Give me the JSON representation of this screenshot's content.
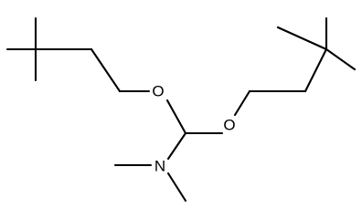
{
  "molecule": {
    "atoms": {
      "oxygen_left": "O",
      "oxygen_right": "O",
      "nitrogen": "N"
    }
  }
}
